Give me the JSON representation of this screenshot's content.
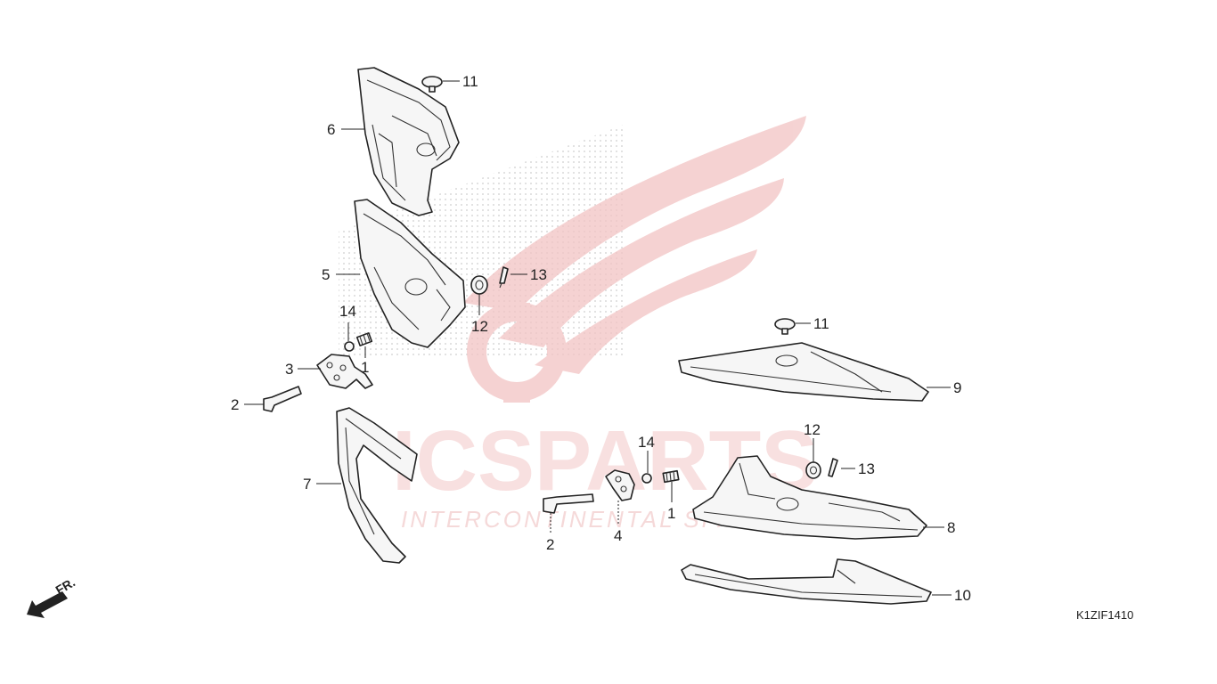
{
  "watermark": {
    "brand": "ICSPARTS",
    "tagline": "INTERCONTINENTAL SPARES"
  },
  "callouts": {
    "c1a": "1",
    "c1b": "1",
    "c2a": "2",
    "c2b": "2",
    "c3": "3",
    "c4": "4",
    "c5": "5",
    "c6": "6",
    "c7": "7",
    "c8": "8",
    "c9": "9",
    "c10": "10",
    "c11a": "11",
    "c11b": "11",
    "c12a": "12",
    "c12b": "12",
    "c13a": "13",
    "c13b": "13",
    "c14a": "14",
    "c14b": "14"
  },
  "front_marker": "FR.",
  "diagram_code": "K1ZIF1410",
  "colors": {
    "watermark": "#e8a0a0",
    "line": "#222222"
  },
  "icons": {
    "front_arrow": "front-arrow-icon"
  }
}
